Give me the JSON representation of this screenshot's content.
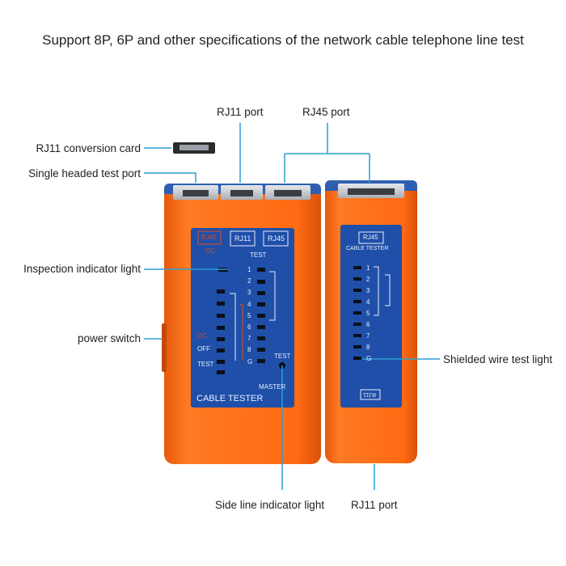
{
  "headline": "Support 8P, 6P and other specifications of the network cable telephone line test",
  "callouts": {
    "rj11_port_top": "RJ11 port",
    "rj45_port_top": "RJ45 port",
    "rj11_conversion_card": "RJ11 conversion card",
    "single_headed_test_port": "Single headed test port",
    "inspection_indicator_light": "Inspection indicator light",
    "power_switch": "power switch",
    "shielded_wire_test_light": "Shielded wire test light",
    "side_line_indicator_light": "Side line indicator light",
    "rj11_port_bottom": "RJ11 port"
  },
  "master_panel": {
    "rj45_badge": "RJ45",
    "oc_red": "OC",
    "rj11_box": "RJ11",
    "rj45_box": "RJ45",
    "test_bracket": "TEST",
    "led_numbers": [
      "1",
      "2",
      "3",
      "4",
      "5",
      "6",
      "7",
      "8",
      "G"
    ],
    "switch_oc": "OC",
    "switch_off": "OFF",
    "switch_test": "TEST",
    "test_button": "TEST",
    "master": "MASTER",
    "title": "CABLE TESTER"
  },
  "remote_panel": {
    "rj45_box": "RJ45",
    "title": "CABLE TESTER",
    "led_numbers": [
      "1",
      "2",
      "3",
      "4",
      "5",
      "6",
      "7",
      "8",
      "G"
    ],
    "rj11_mark": "RJ11"
  },
  "colors": {
    "body_orange": "#ff6a13",
    "panel_blue": "#1f4fa8",
    "callout_line": "#2a9fd6",
    "port_gray": "#c9ccd1"
  }
}
